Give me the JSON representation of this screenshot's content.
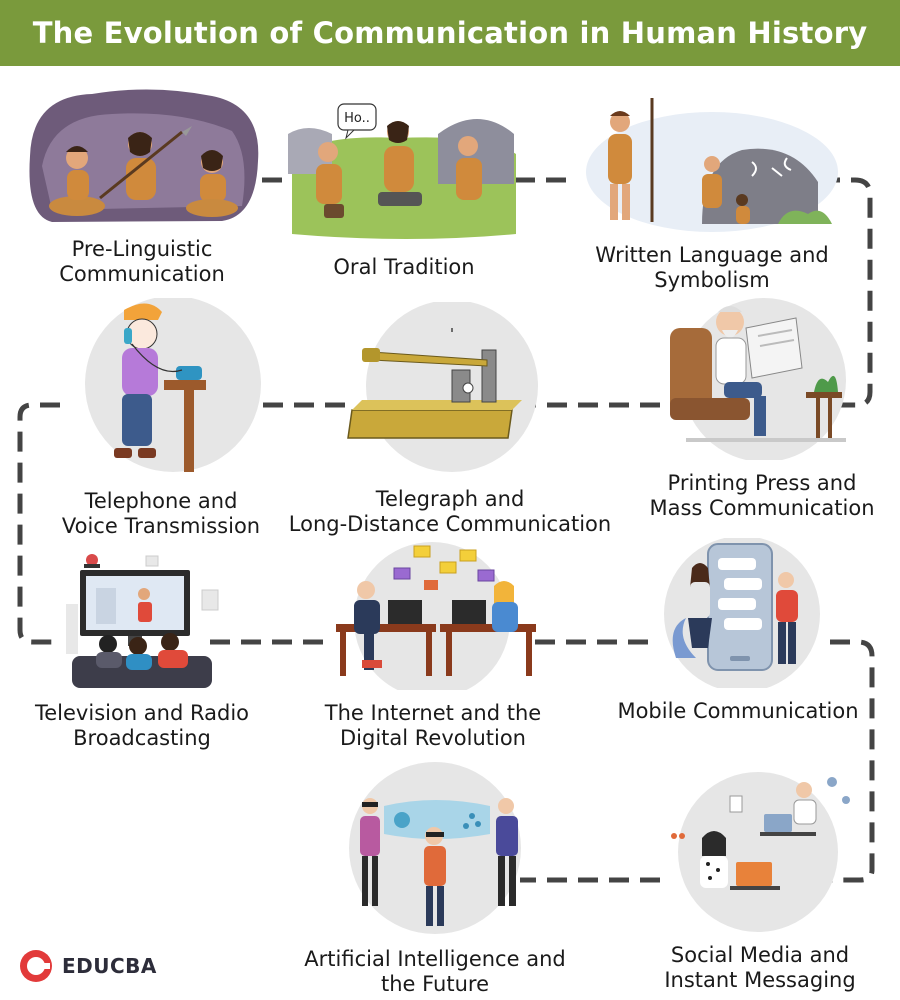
{
  "title": "The Evolution of Communication in Human History",
  "stages": [
    {
      "label": "Pre-Linguistic\nCommunication",
      "icon": "cave-people-icon"
    },
    {
      "label": "Oral Tradition",
      "icon": "storytelling-icon",
      "speech": "Ho.."
    },
    {
      "label": "Written Language and\nSymbolism",
      "icon": "cave-painting-icon"
    },
    {
      "label": "Telephone and\nVoice Transmission",
      "icon": "telephone-icon"
    },
    {
      "label": "Telegraph and\nLong-Distance Communication",
      "icon": "telegraph-key-icon"
    },
    {
      "label": "Printing Press and\nMass Communication",
      "icon": "newspaper-reader-icon"
    },
    {
      "label": "Television and Radio\nBroadcasting",
      "icon": "television-icon"
    },
    {
      "label": "The Internet and the\nDigital Revolution",
      "icon": "email-office-icon"
    },
    {
      "label": "Mobile Communication",
      "icon": "smartphone-icon"
    },
    {
      "label": "Artificial Intelligence and\nthe Future",
      "icon": "vr-hologram-icon"
    },
    {
      "label": "Social Media and\nInstant Messaging",
      "icon": "video-call-icon"
    }
  ],
  "logo": {
    "text": "EDUCBA",
    "icon": "educba-logo-icon"
  },
  "colors": {
    "header": "#7a9a3c",
    "path": "#444444",
    "circle": "#e6e6e6"
  }
}
